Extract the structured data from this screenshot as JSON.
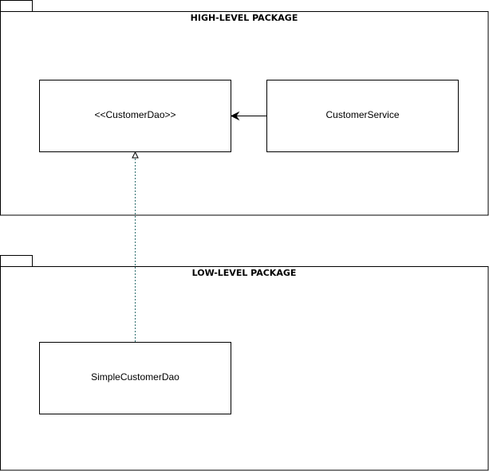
{
  "packages": [
    {
      "title": "HIGH-LEVEL PACKAGE"
    },
    {
      "title": "LOW-LEVEL PACKAGE"
    }
  ],
  "classes": {
    "customer_dao": "<<CustomerDao>>",
    "customer_service": "CustomerService",
    "simple_customer_dao": "SimpleCustomerDao"
  },
  "relations": [
    {
      "from": "CustomerService",
      "to": "<<CustomerDao>>",
      "type": "association"
    },
    {
      "from": "SimpleCustomerDao",
      "to": "<<CustomerDao>>",
      "type": "realization"
    }
  ],
  "colors": {
    "stroke": "#000000",
    "dashed": "#2f6f6f"
  }
}
